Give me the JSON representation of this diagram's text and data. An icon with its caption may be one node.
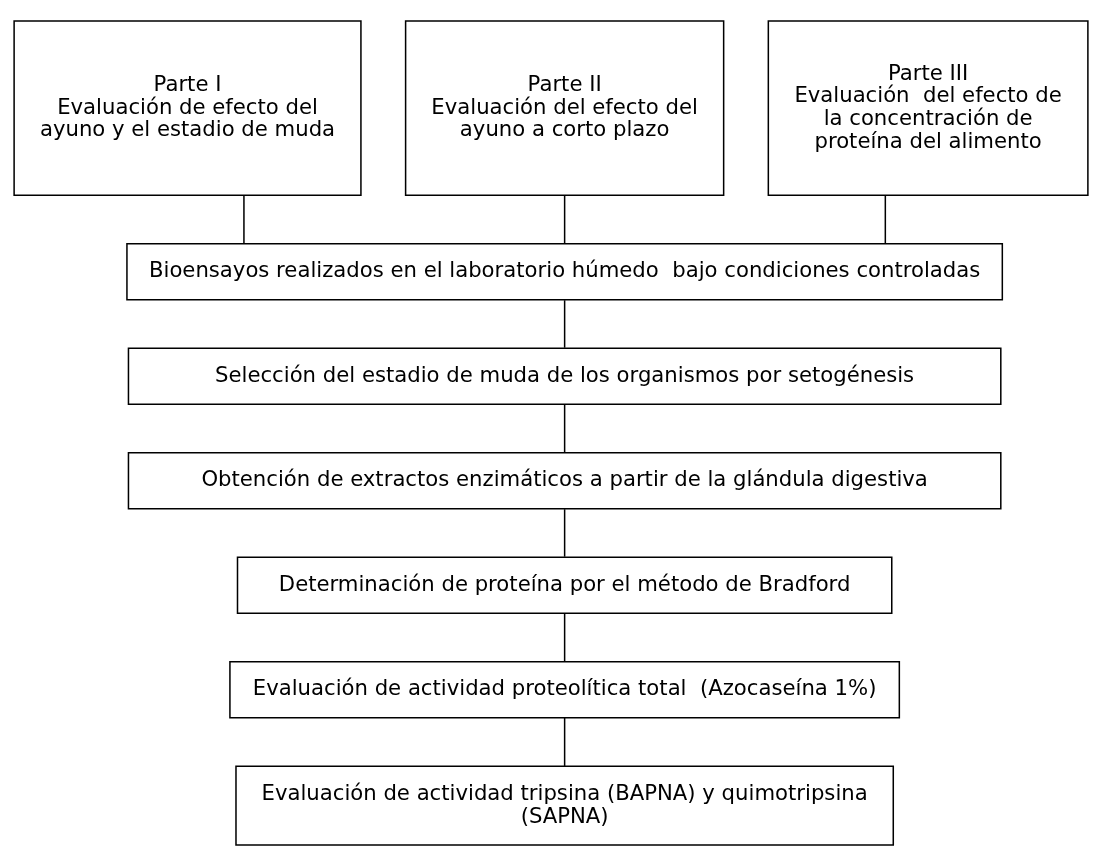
{
  "diagram": {
    "nodes": [
      {
        "text": [
          "Parte I",
          "Evaluación de efecto del ayuno y el estadio de muda"
        ]
      },
      {
        "text": [
          "Parte II",
          "Evaluación del efecto del ayuno a corto plazo"
        ]
      },
      {
        "text": [
          "Parte III",
          "Evaluación  del efecto de la concentración de proteína del alimento"
        ]
      },
      {
        "text": [
          "Bioensayos realizados en el laboratorio húmedo  bajo condiciones controladas"
        ]
      },
      {
        "text": [
          "Selección del estadio de muda de los organismos por setogénesis"
        ]
      },
      {
        "text": [
          "Obtención de extractos enzimáticos a partir de la glándula digestiva"
        ]
      },
      {
        "text": [
          "Determinación de proteína por el método de Bradford"
        ]
      },
      {
        "text": [
          "Evaluación de actividad proteolítica total  (Azocaseína 1%)"
        ]
      },
      {
        "text": [
          "Evaluación de actividad tripsina (BAPNA) y quimotripsina (SAPNA)"
        ]
      }
    ],
    "edges": [
      {
        "from": 0,
        "to": 3,
        "arrow": "none"
      },
      {
        "from": 1,
        "to": 3,
        "arrow": "none"
      },
      {
        "from": 2,
        "to": 3,
        "arrow": "none"
      },
      {
        "from": 3,
        "to": 4,
        "arrow": "none"
      },
      {
        "from": 4,
        "to": 5,
        "arrow": "none"
      },
      {
        "from": 5,
        "to": 6,
        "arrow": "none"
      },
      {
        "from": 6,
        "to": 7,
        "arrow": "none"
      },
      {
        "from": 7,
        "to": 8,
        "arrow": "none"
      }
    ]
  }
}
